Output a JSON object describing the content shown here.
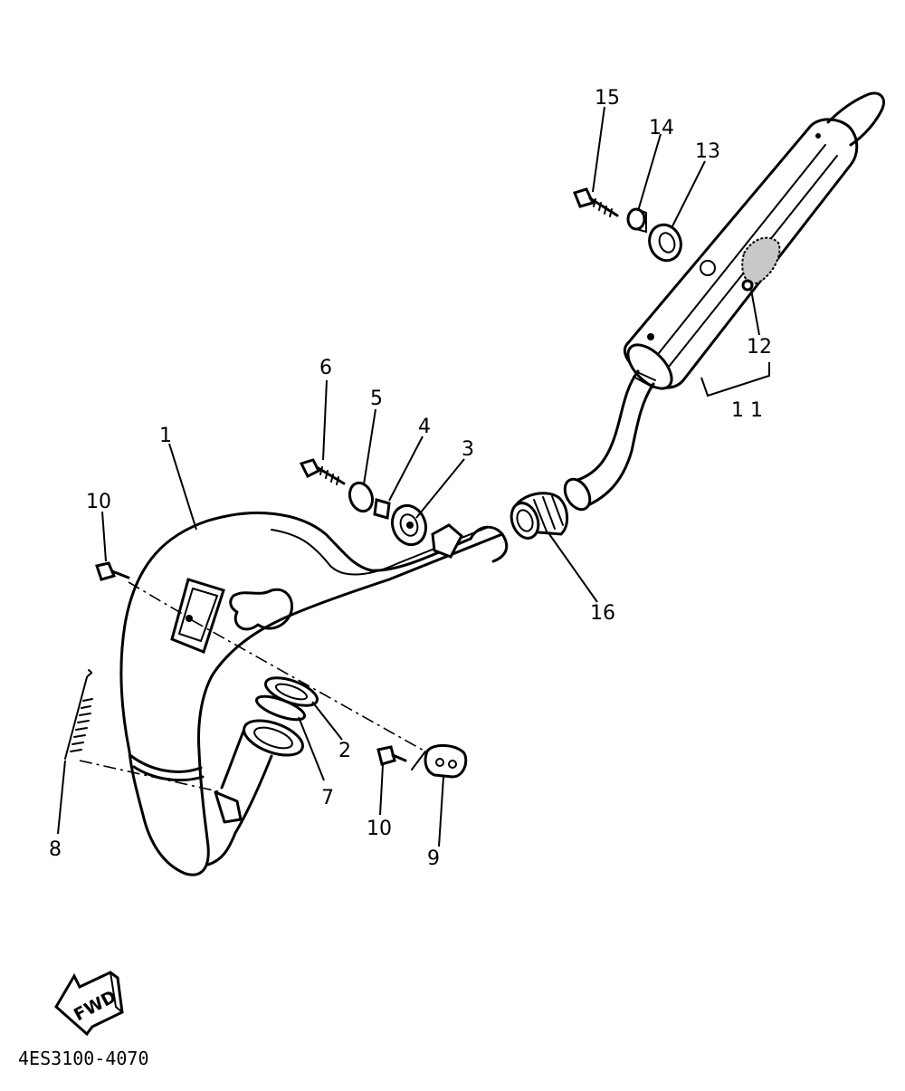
{
  "diagram": {
    "drawing_code": "4ES3100-4070",
    "fwd_label": "FWD",
    "callouts": {
      "c1": "1",
      "c2": "2",
      "c3": "3",
      "c4": "4",
      "c5": "5",
      "c6": "6",
      "c7": "7",
      "c8": "8",
      "c9": "9",
      "c10a": "10",
      "c10b": "10",
      "c11": "1 1",
      "c12": "12",
      "c13": "13",
      "c14": "14",
      "c15": "15",
      "c16": "16"
    }
  }
}
